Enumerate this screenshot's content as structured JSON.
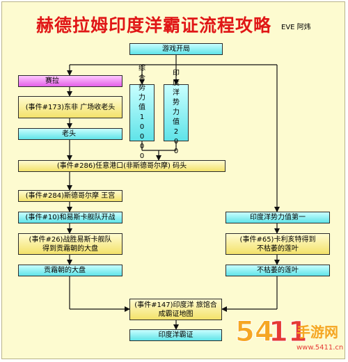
{
  "title": "赫德拉姆印度洋霸证流程攻略",
  "author": "EVE 阿炜",
  "nodes": {
    "start": "游戏开局",
    "sailah": "赛拉",
    "e173": "(事件#173)东非 广场收老头",
    "laotou": "老头",
    "zonghe": "综合势力值10000",
    "yindu_val": "印度洋势力值200",
    "e286": "(事件#286)任意港口(非斯德哥尔摩) 码头",
    "e284": "(事件#284)斯德哥尔摩 王宫",
    "e10": "(事件#10)和易斯卡舰队开战",
    "e26": "(事件#26)战胜易斯卡舰队得到贡霜朝的大盘",
    "gongshuang": "贡霜朝的大盘",
    "yindu_first": "印度洋势力值第一",
    "e65": "(事件#65)卡利亥特得到不枯萎的莲叶",
    "lotus": "不枯萎的莲叶",
    "e147": "(事件#147)印度洋 旅馆合成霸证地图",
    "final": "印度洋霸证"
  },
  "colors": {
    "title": "#e01616",
    "node_cyan": "#5fe3e8",
    "node_yellow": "#f3e26a",
    "node_magenta": "#e35fe8",
    "frame": "#fdfbd0"
  },
  "watermark": {
    "text": "5411手游网",
    "sub": "www.5411.cn"
  }
}
